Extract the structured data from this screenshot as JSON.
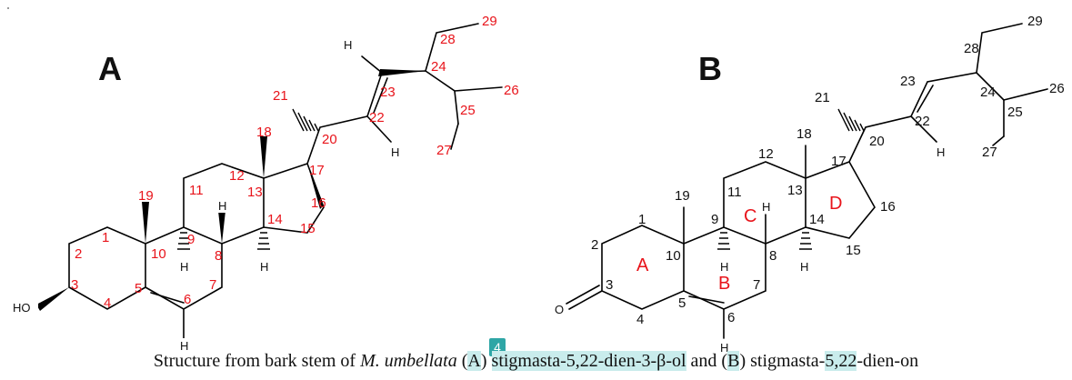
{
  "panels": {
    "a": "A",
    "b": "B"
  },
  "structure_a": {
    "numbers": [
      "1",
      "2",
      "3",
      "4",
      "5",
      "6",
      "7",
      "8",
      "9",
      "10",
      "11",
      "12",
      "13",
      "14",
      "15",
      "16",
      "17",
      "18",
      "19",
      "20",
      "21",
      "22",
      "23",
      "24",
      "25",
      "26",
      "27",
      "28",
      "29"
    ],
    "atoms": {
      "ho": "HO",
      "h": "H"
    }
  },
  "structure_b": {
    "numbers": [
      "1",
      "2",
      "3",
      "4",
      "5",
      "6",
      "7",
      "8",
      "9",
      "10",
      "11",
      "12",
      "13",
      "14",
      "15",
      "16",
      "17",
      "18",
      "19",
      "20",
      "21",
      "22",
      "23",
      "24",
      "25",
      "26",
      "27",
      "28",
      "29"
    ],
    "atoms": {
      "o": "O",
      "h": "H"
    },
    "rings": [
      "A",
      "B",
      "C",
      "D"
    ]
  },
  "annotation_badge": "4",
  "caption": {
    "pre": "Structure from bark stem of ",
    "species": "M. umbellata",
    "a_open": " (",
    "a_letter": "A",
    "a_close": ") ",
    "compound_a": "stigmasta-5,22-dien-3-β-ol",
    "and": " and (",
    "b_letter": "B",
    "b_close": ") stigmasta-",
    "compound_b_hl": "5,22",
    "compound_b_rest": "-dien-on"
  }
}
